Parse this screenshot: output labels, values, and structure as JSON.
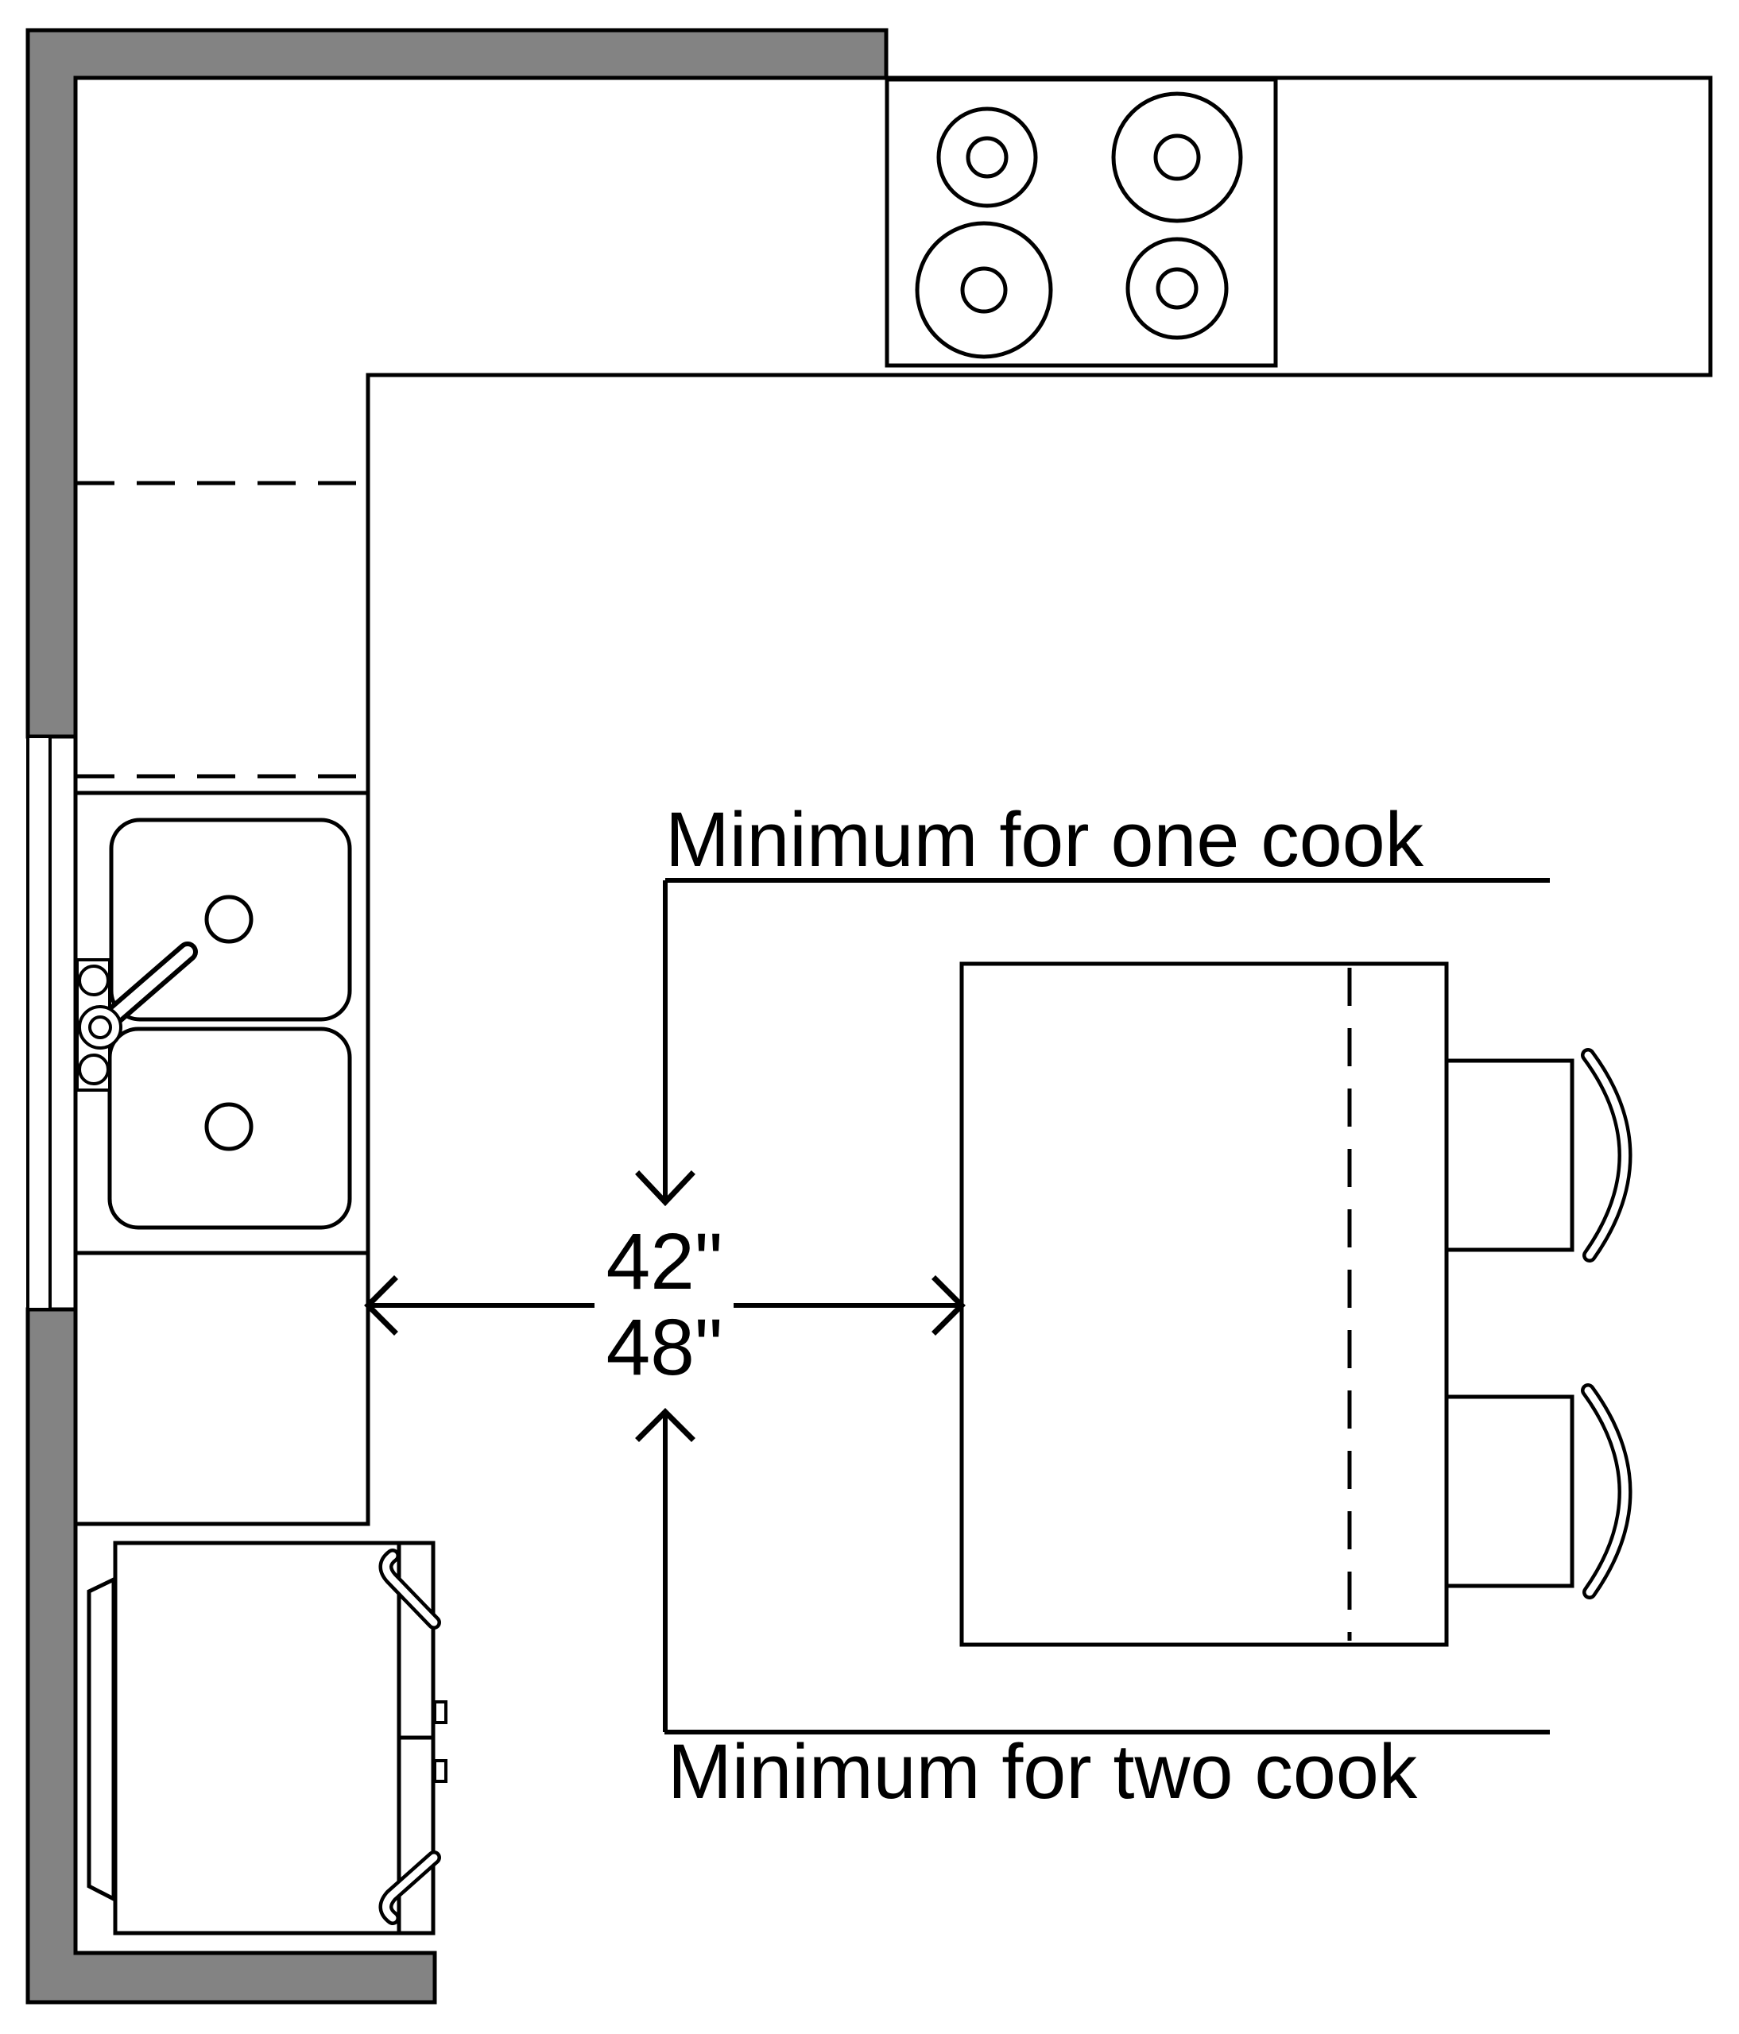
{
  "labels": {
    "min_one_cook": "Minimum for one cook",
    "min_two_cook": "Minimum for two cook",
    "clearance_one_cook": "42\"",
    "clearance_two_cook": "48\""
  },
  "colors": {
    "wall_fill": "#838383",
    "line": "#000000",
    "background": "#ffffff"
  },
  "fixtures": {
    "wall": "wall",
    "window": "window",
    "counter": "l-shaped-counter",
    "cooktop": "cooktop-four-burners",
    "sink": "double-bowl-sink",
    "faucet": "faucet",
    "range": "range-oven",
    "island": "kitchen-island",
    "stool_right_top": "stool-with-back",
    "stool_right_bottom": "stool-with-back"
  }
}
